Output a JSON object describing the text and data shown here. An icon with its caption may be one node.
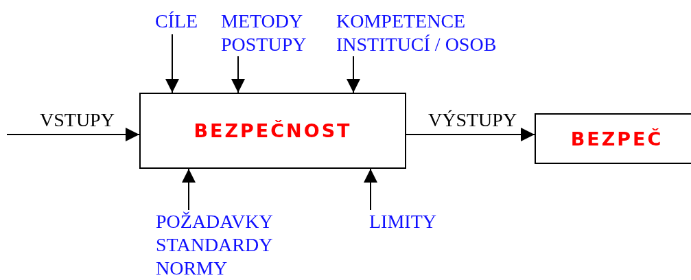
{
  "diagram": {
    "nodes": [
      {
        "text": [
          "BEZPEČNOST"
        ]
      },
      {
        "text": [
          "BEZPEČ"
        ]
      },
      {
        "text": [
          "CÍLE"
        ]
      },
      {
        "text": [
          "METODY POSTUPY"
        ]
      },
      {
        "text": [
          "KOMPETENCE INSTITUCÍ / OSOB"
        ]
      },
      {
        "text": [
          "POŽADAVKY STANDARDY NORMY"
        ]
      },
      {
        "text": [
          "LIMITY"
        ]
      }
    ],
    "edges": [
      {
        "from": null,
        "to": 0,
        "arrow": "to",
        "label": "VSTUPY"
      },
      {
        "from": 0,
        "to": 1,
        "arrow": "to",
        "label": "VÝSTUPY"
      },
      {
        "from": 2,
        "to": 0,
        "arrow": "to"
      },
      {
        "from": 3,
        "to": 0,
        "arrow": "to"
      },
      {
        "from": 4,
        "to": 0,
        "arrow": "to"
      },
      {
        "from": 5,
        "to": 0,
        "arrow": "to"
      },
      {
        "from": 6,
        "to": 0,
        "arrow": "to"
      }
    ]
  }
}
